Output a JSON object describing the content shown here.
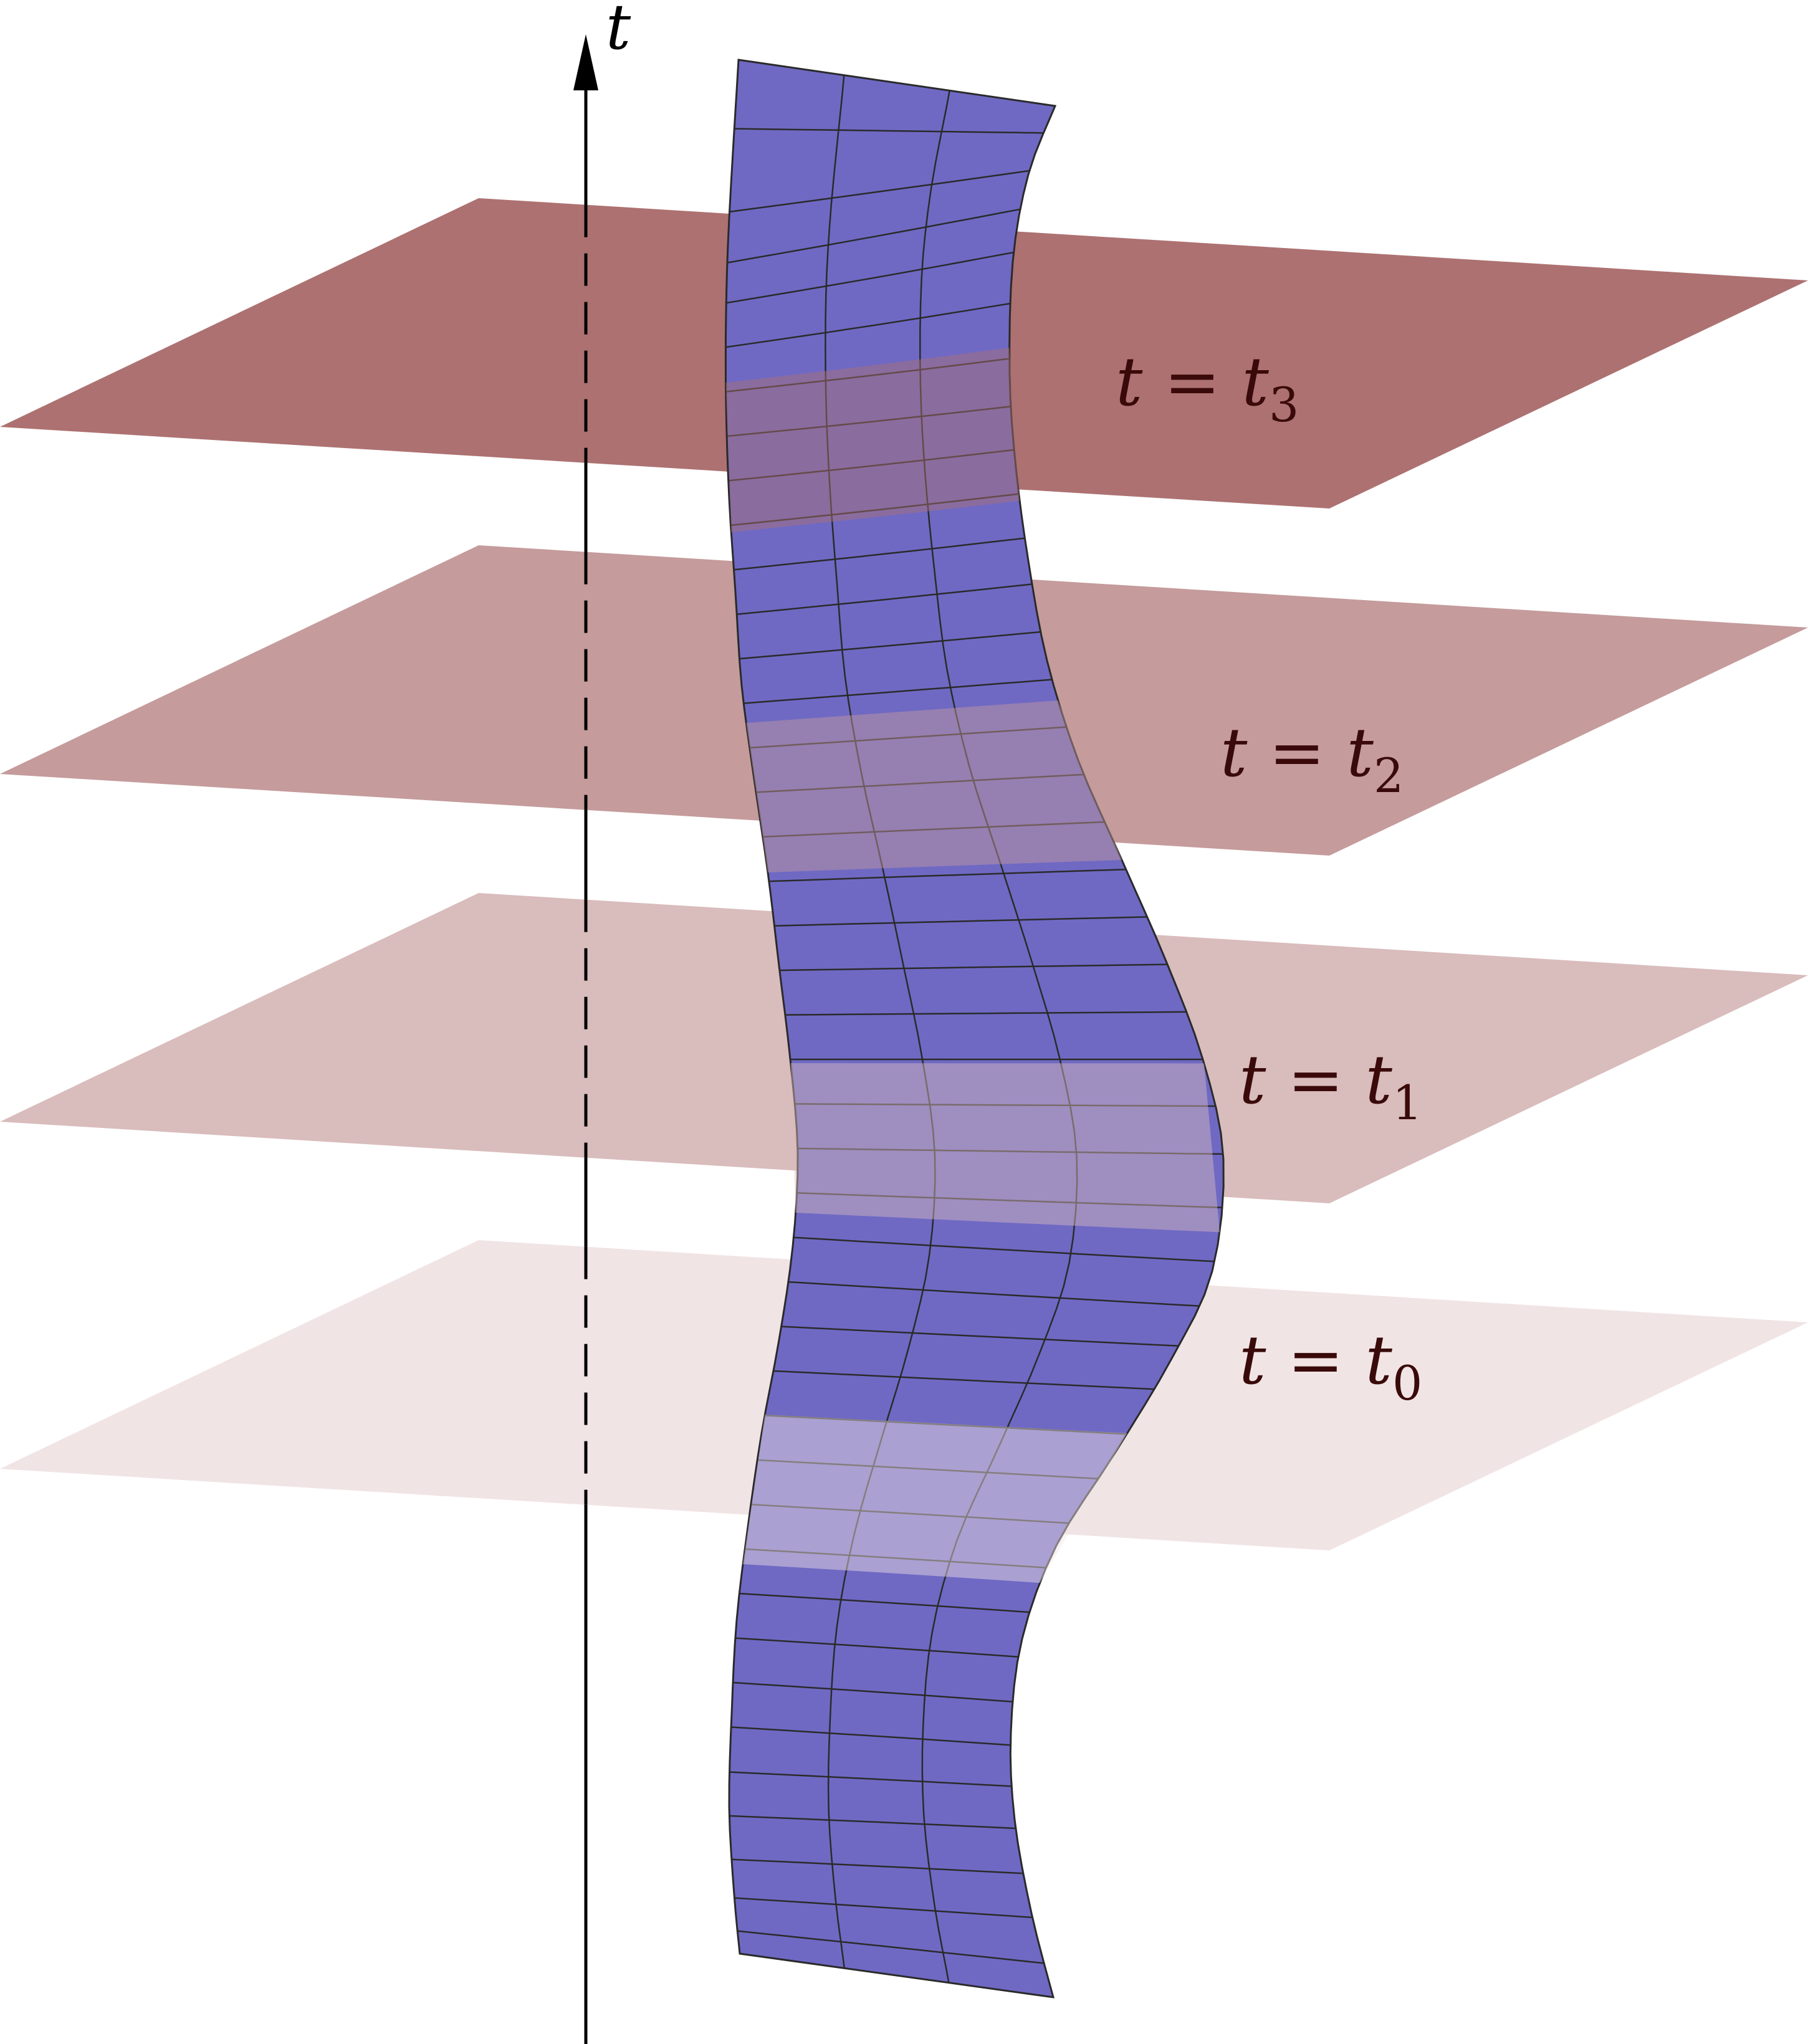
{
  "axis": {
    "label": "t",
    "color": "#000000"
  },
  "slices": [
    {
      "id": "t0",
      "label_main": "t = t",
      "label_sub": "0",
      "color": "#f1e4e4"
    },
    {
      "id": "t1",
      "label_main": "t = t",
      "label_sub": "1",
      "color": "#d9bcbc"
    },
    {
      "id": "t2",
      "label_main": "t = t",
      "label_sub": "2",
      "color": "#c59b9b"
    },
    {
      "id": "t3",
      "label_main": "t = t",
      "label_sub": "3",
      "color": "#ad7171"
    }
  ],
  "surface": {
    "fill": "#6f69c4",
    "grid_color": "#2a2a2a",
    "columns": 3,
    "rows": 42
  },
  "colors": {
    "label_text": "#3a0a0a",
    "background": "#ffffff"
  }
}
